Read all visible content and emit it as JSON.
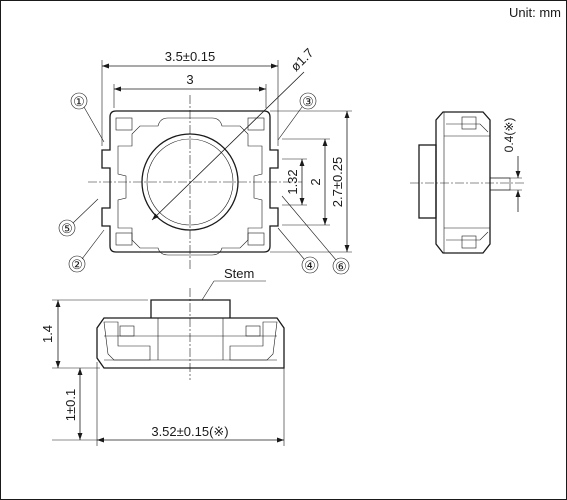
{
  "header": {
    "units": "Unit: mm"
  },
  "top_view": {
    "dim_overall_width": "3.5±0.15",
    "dim_body_width": "3",
    "dim_stem_diameter": "ø1.7",
    "dim_pitch_inner": "1.32",
    "dim_pitch": "2",
    "dim_overall_height": "2.7±0.25",
    "callouts": [
      "①",
      "②",
      "③",
      "④",
      "⑤",
      "⑥"
    ]
  },
  "side_view": {
    "dim_offset": "0.4(※)"
  },
  "front_view": {
    "stem_label": "Stem",
    "dim_height_total": "1.4",
    "dim_height_base": "1±0.1",
    "dim_width": "3.52±0.15(※)"
  }
}
